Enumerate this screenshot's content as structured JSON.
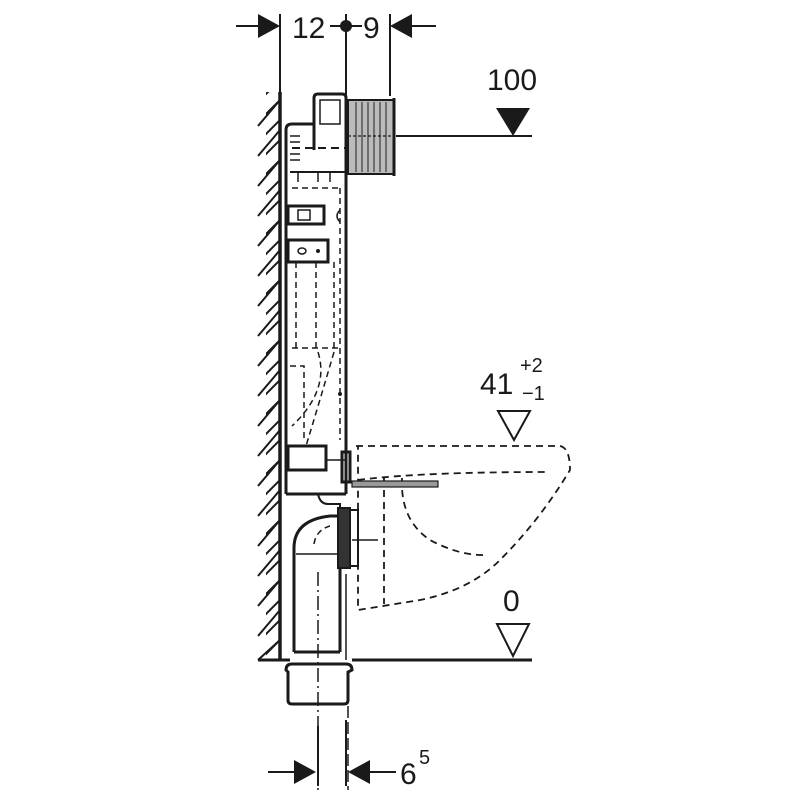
{
  "diagram": {
    "type": "technical-installation-drawing",
    "subject": "Concealed cistern installation frame with wall-hung WC, side view",
    "colors": {
      "line": "#1a1a1a",
      "background": "#ffffff"
    },
    "dimensions": {
      "top_left": "12",
      "top_right": "9",
      "bottom_base": "6",
      "bottom_sup": "5"
    },
    "levels": {
      "top": {
        "value": "100",
        "marker": "filled-triangle"
      },
      "seat": {
        "value": "41",
        "tol_plus": "+2",
        "tol_minus": "−1",
        "marker": "open-triangle"
      },
      "floor": {
        "value": "0",
        "marker": "open-triangle"
      }
    }
  }
}
